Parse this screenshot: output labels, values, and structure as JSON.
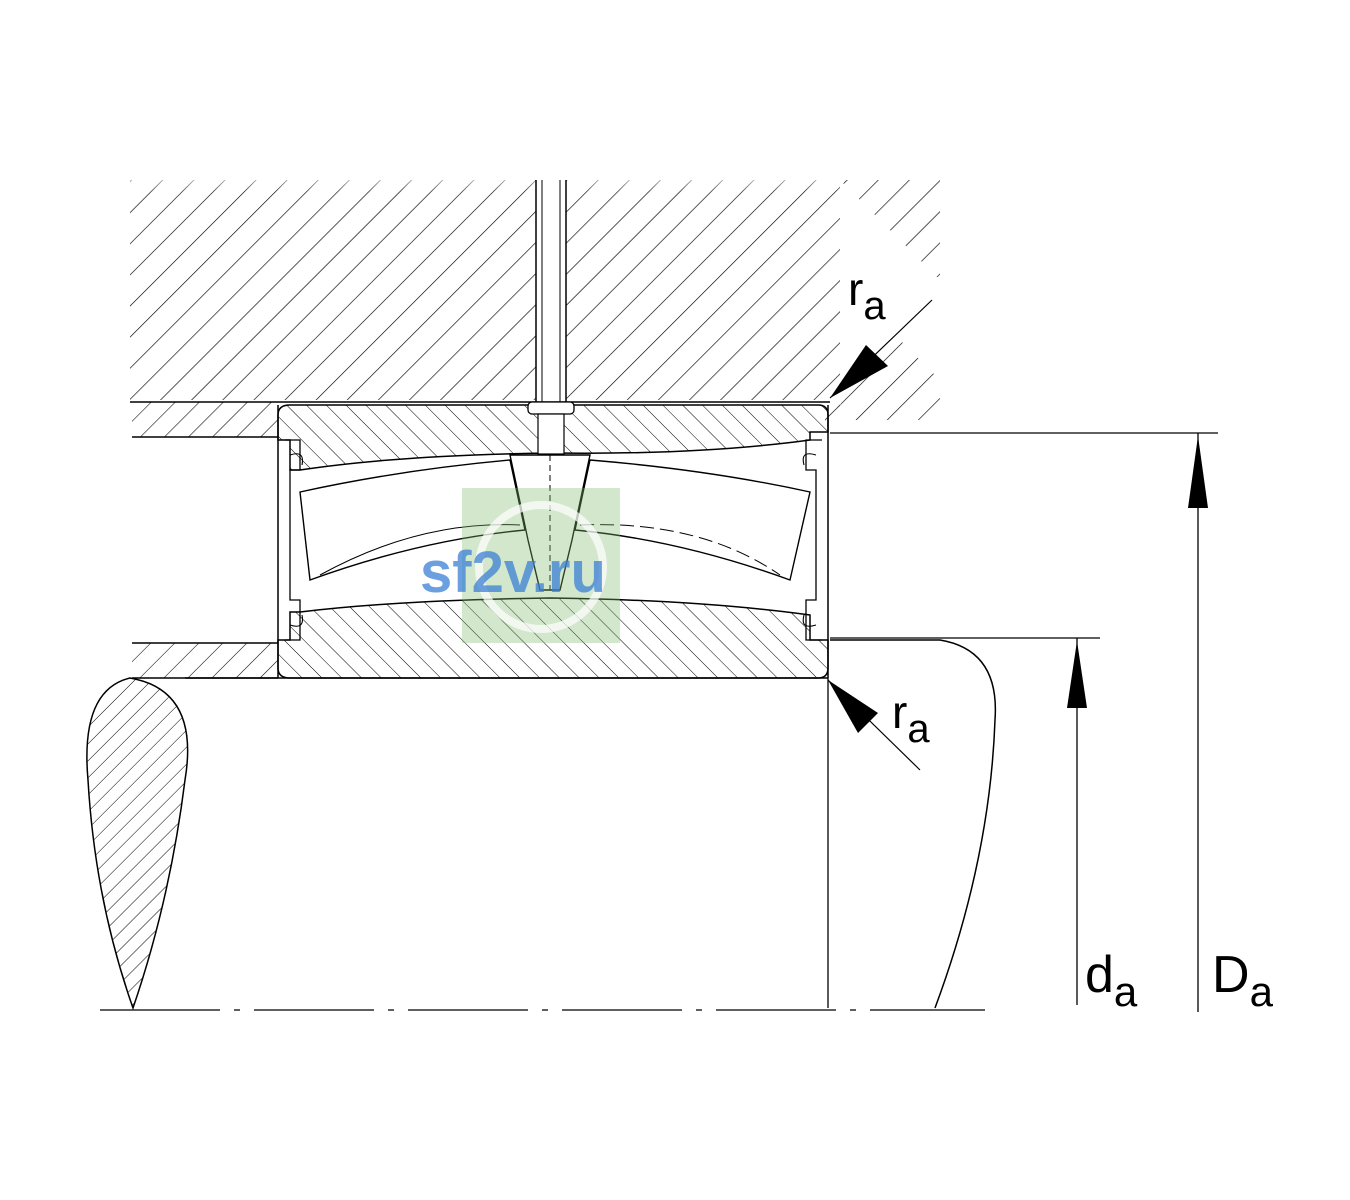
{
  "labels": {
    "ra_top": {
      "main": "r",
      "sub": "a"
    },
    "ra_bottom": {
      "main": "r",
      "sub": "a"
    },
    "da": {
      "main": "d",
      "sub": "a"
    },
    "Da": {
      "main": "D",
      "sub": "a"
    }
  },
  "watermark": {
    "text": "sf2v.ru",
    "color": "#3b7fd4",
    "backdrop_color": "#7dbb6e"
  }
}
